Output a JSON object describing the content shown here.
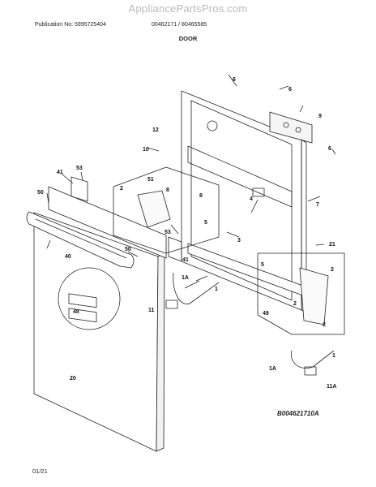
{
  "header": {
    "watermark": "AppliancePartsPros.com",
    "publication": "Publication No: 5995725404",
    "models": "00462171 / 80465585",
    "title": "DOOR"
  },
  "footer": {
    "drawing_id": "B004621710A",
    "date": "01/21"
  },
  "callouts": [
    "1",
    "1",
    "1A",
    "1A",
    "2",
    "2",
    "2",
    "2",
    "3",
    "4",
    "5",
    "5",
    "6",
    "6",
    "6",
    "7",
    "8",
    "8",
    "9",
    "10",
    "11",
    "11A",
    "12",
    "20",
    "21",
    "40",
    "41",
    "41",
    "48",
    "49",
    "50",
    "50",
    "51",
    "53",
    "53"
  ]
}
